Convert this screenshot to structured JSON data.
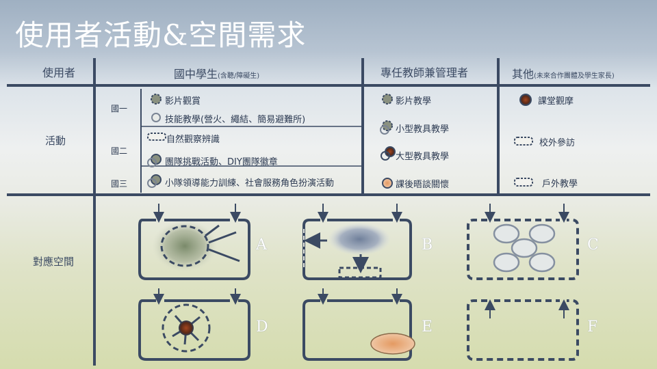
{
  "title": "使用者活動&空間需求",
  "headers": {
    "users": "使用者",
    "student": "國中學生",
    "student_note": "(含聽/障礙生)",
    "teacher": "專任教師兼管理者",
    "other": "其他",
    "other_note": "(未來合作團體及學生家長)"
  },
  "row_labels": {
    "activity": "活動",
    "space": "對應空間",
    "grade1": "國一",
    "grade2": "國二",
    "grade3": "國三"
  },
  "student_activities": {
    "g1a": "影片觀賞",
    "g1b": "技能教學(營火、繩結、簡易避難所)",
    "g2a": "自然觀察辨識",
    "g2b": "團隊挑戰活動、DIY團隊徽章",
    "g3a": "小隊領導能力訓練、社會服務角色扮演活動"
  },
  "teacher_activities": {
    "a1": "影片教學",
    "a2": "小型教具教學",
    "a3": "大型教具教學",
    "a4": "課後晤談關懷"
  },
  "other_activities": {
    "a1": "課堂觀摩",
    "a2": "校外參訪",
    "a3": "戶外教學"
  },
  "space_labels": [
    "A",
    "B",
    "C",
    "D",
    "E",
    "F"
  ],
  "colors": {
    "line": "#3b4a63",
    "white_text": "#ffffff",
    "brown_dot": "#8a3a1e",
    "orange_blob": "#e6a26e"
  }
}
